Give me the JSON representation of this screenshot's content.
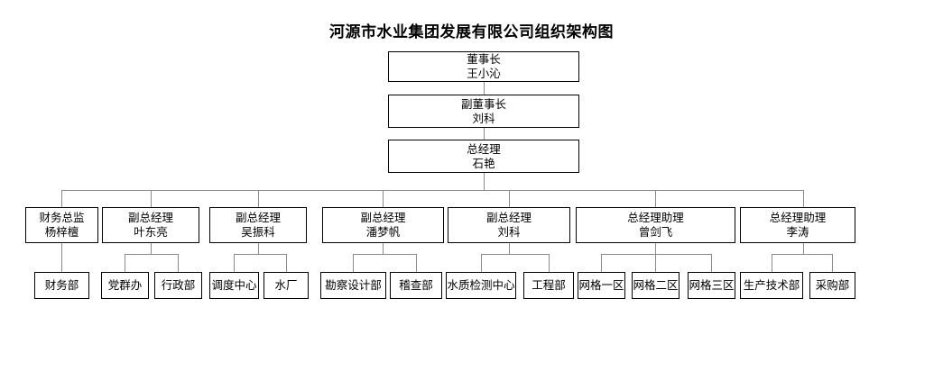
{
  "chart": {
    "title": "河源市水业集团发展有限公司组织架构图",
    "type": "org-chart",
    "executives": [
      {
        "role": "董事长",
        "name": "王小沁"
      },
      {
        "role": "副董事长",
        "name": "刘科"
      },
      {
        "role": "总经理",
        "name": "石艳"
      }
    ],
    "managers": [
      {
        "role": "财务总监",
        "name": "杨梓檀"
      },
      {
        "role": "副总经理",
        "name": "叶东亮"
      },
      {
        "role": "副总经理",
        "name": "吴振科"
      },
      {
        "role": "副总经理",
        "name": "潘梦帆"
      },
      {
        "role": "副总经理",
        "name": "刘科"
      },
      {
        "role": "总经理助理",
        "name": "曾剑飞"
      },
      {
        "role": "总经理助理",
        "name": "李涛"
      }
    ],
    "departments": [
      {
        "name": "财务部"
      },
      {
        "name": "党群办"
      },
      {
        "name": "行政部"
      },
      {
        "name": "调度中心"
      },
      {
        "name": "水厂"
      },
      {
        "name": "勘察设计部"
      },
      {
        "name": "稽查部"
      },
      {
        "name": "水质检测中心"
      },
      {
        "name": "工程部"
      },
      {
        "name": "网格一区"
      },
      {
        "name": "网格二区"
      },
      {
        "name": "网格三区"
      },
      {
        "name": "生产技术部"
      },
      {
        "name": "采购部"
      }
    ]
  }
}
